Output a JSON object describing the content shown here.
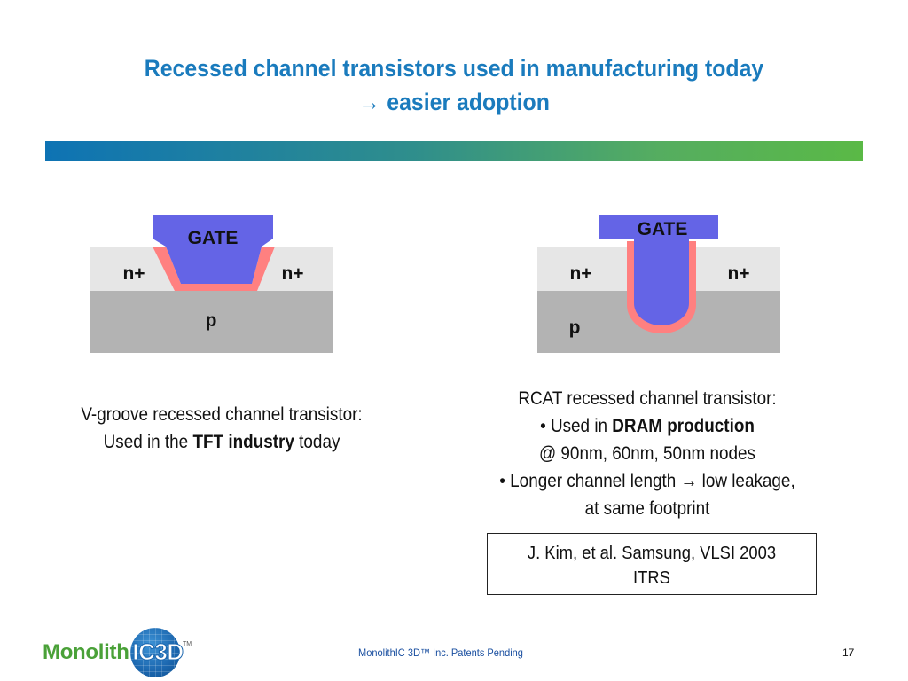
{
  "slide": {
    "title_line1": "Recessed channel transistors used in manufacturing today",
    "title_arrow": "→",
    "title_line2": "easier adoption"
  },
  "diagrams": {
    "vgroove": {
      "gate": "GATE",
      "source": "n+",
      "drain": "n+",
      "substrate": "p"
    },
    "rcat": {
      "gate": "GATE",
      "source": "n+",
      "drain": "n+",
      "substrate": "p"
    }
  },
  "captions": {
    "left": {
      "line1": "V-groove recessed channel transistor:",
      "line2_pre": "Used in the ",
      "line2_bold": "TFT industry",
      "line2_post": " today"
    },
    "right": {
      "line1": "RCAT recessed channel transistor:",
      "line2_pre": "• Used in ",
      "line2_bold": "DRAM production",
      "line3": "@ 90nm, 60nm, 50nm nodes",
      "line4_pre": "• Longer channel length ",
      "line4_arrow": "→",
      "line4_post": " low leakage,",
      "line5": "at same footprint"
    }
  },
  "reference": {
    "line1": "J. Kim, et al. Samsung,  VLSI 2003",
    "line2": "ITRS"
  },
  "footer": {
    "logo_text": "Monolith",
    "logo_badge": "IC3D",
    "logo_tm": "TM",
    "note": "MonolithIC 3D™ Inc. Patents Pending",
    "page": "17"
  },
  "colors": {
    "title": "#1a7bbd",
    "gate": "#6464e6",
    "oxide": "#ff8080",
    "nplus": "#e6e6e6",
    "p_substrate": "#b3b3b3"
  }
}
